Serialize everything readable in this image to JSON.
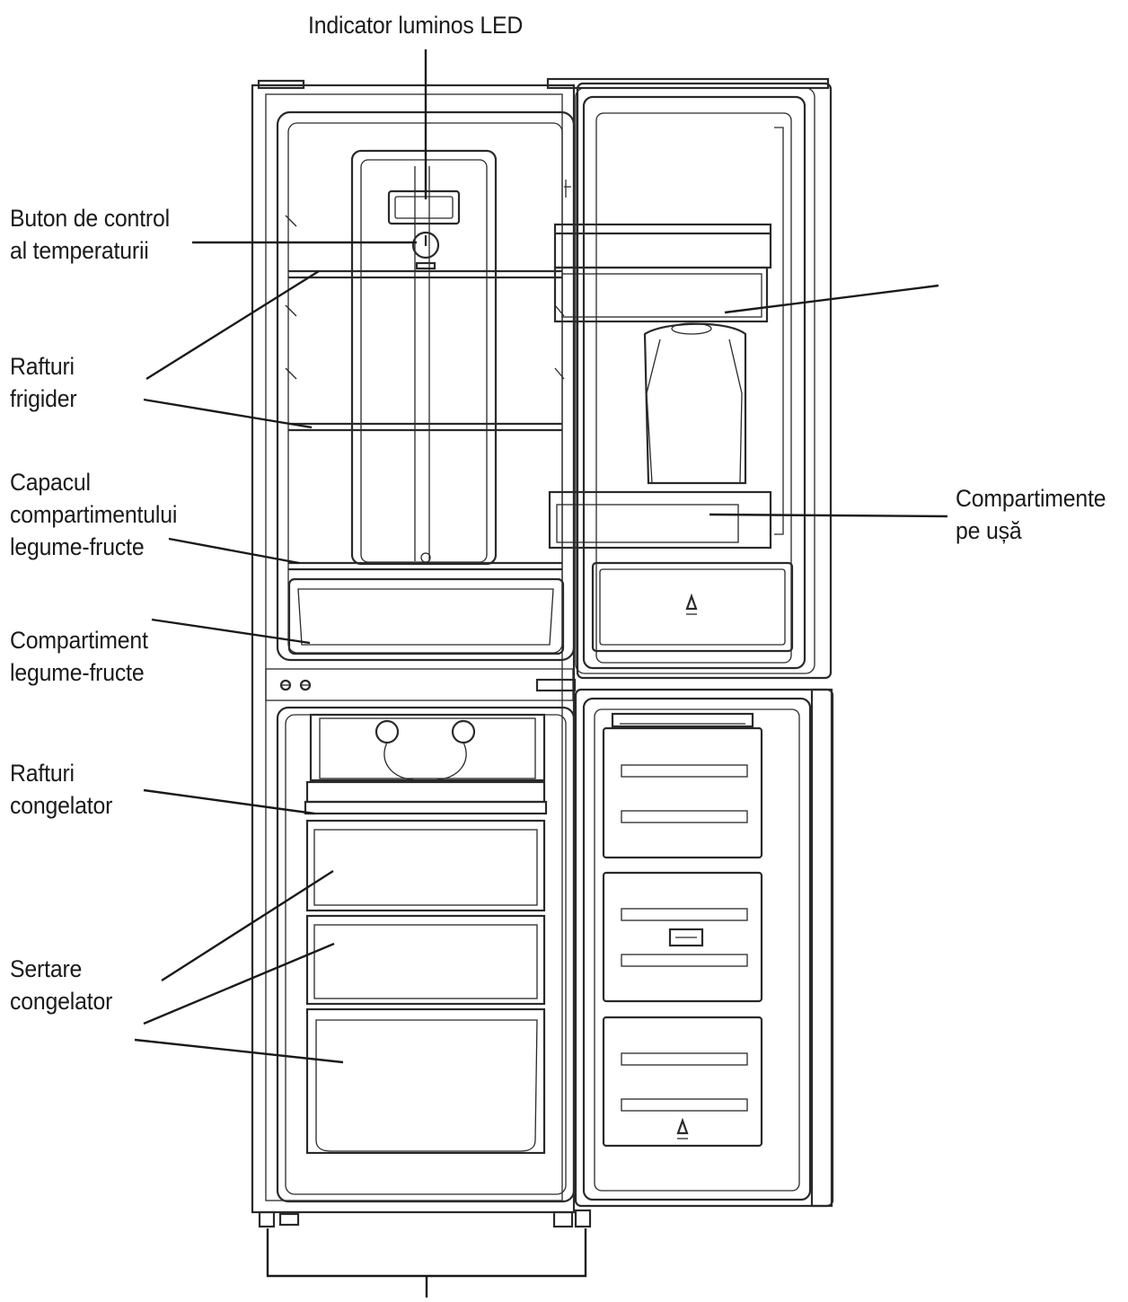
{
  "labels": {
    "led": "Indicator luminos LED",
    "temp_control": [
      "Buton de control",
      "al temperaturii"
    ],
    "fridge_shelves": [
      "Rafturi",
      "frigider"
    ],
    "crisper_cover": [
      "Capacul",
      "compartimentului",
      "legume-fructe"
    ],
    "crisper": [
      "Compartiment",
      "legume-fructe"
    ],
    "freezer_shelves": [
      "Rafturi",
      "congelator"
    ],
    "freezer_drawers": [
      "Sertare",
      "congelator"
    ],
    "door_compartments": [
      "Compartimente",
      "pe ușă"
    ]
  }
}
